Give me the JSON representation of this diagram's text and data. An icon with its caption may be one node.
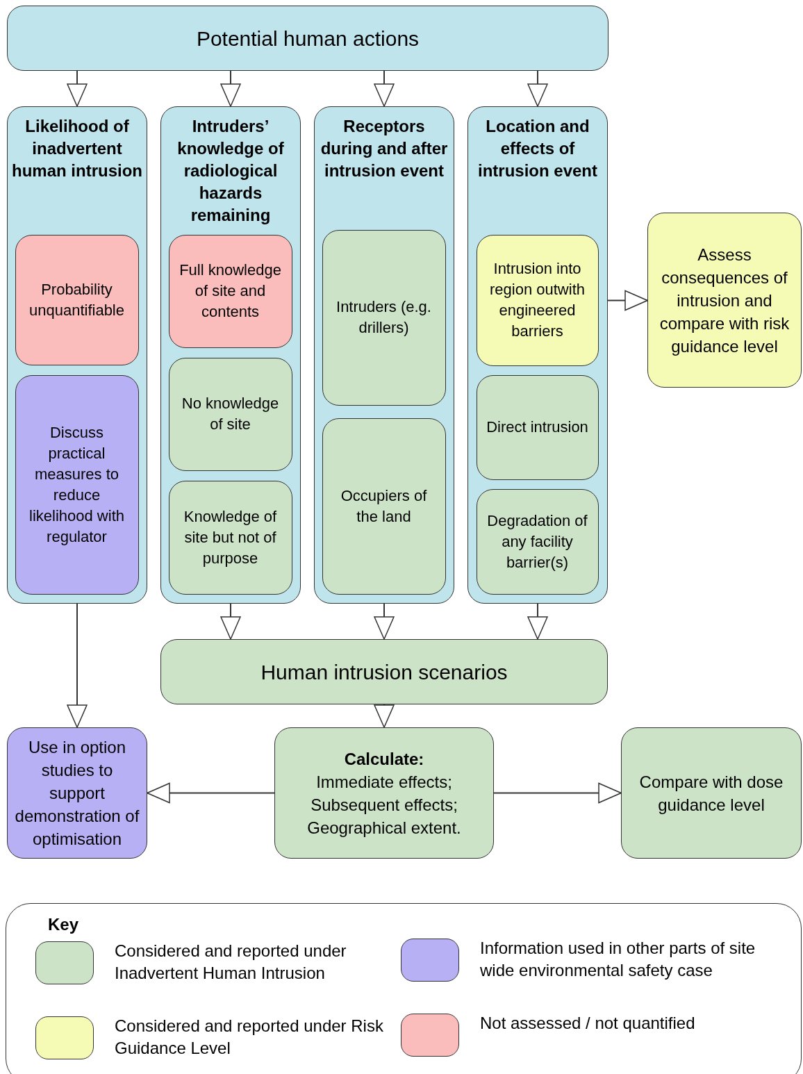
{
  "diagram": {
    "nodes": [
      {
        "text": [
          "Potential human actions"
        ]
      },
      {
        "text": [
          "Likelihood of inadvertent human intrusion"
        ]
      },
      {
        "text": [
          "Probability unquantifiable"
        ],
        "in": 1
      },
      {
        "text": [
          "Discuss practical measures to reduce likelihood with regulator"
        ],
        "in": 1
      },
      {
        "text": [
          "Intruders’ knowledge of radiological hazards remaining"
        ]
      },
      {
        "text": [
          "Full knowledge of site and contents"
        ],
        "in": 4
      },
      {
        "text": [
          "No knowledge of site"
        ],
        "in": 4
      },
      {
        "text": [
          "Knowledge of site but not of purpose"
        ],
        "in": 4
      },
      {
        "text": [
          "Receptors during and after intrusion event"
        ]
      },
      {
        "text": [
          "Intruders (e.g. drillers)"
        ],
        "in": 8
      },
      {
        "text": [
          "Occupiers of the land"
        ],
        "in": 8
      },
      {
        "text": [
          "Location and effects of intrusion event"
        ]
      },
      {
        "text": [
          "Intrusion into region outwith engineered barriers"
        ],
        "in": 11
      },
      {
        "text": [
          "Direct intrusion"
        ],
        "in": 11
      },
      {
        "text": [
          "Degradation of any facility barrier(s)"
        ],
        "in": 11
      },
      {
        "text": [
          "Assess consequences of intrusion and compare with risk guidance level"
        ]
      },
      {
        "text": [
          "Human intrusion scenarios"
        ]
      },
      {
        "text": [
          "Calculate:",
          "Immediate effects; Subsequent effects; Geographical extent."
        ]
      },
      {
        "text": [
          "Use in option studies to support demonstration of optimisation"
        ]
      },
      {
        "text": [
          "Compare with dose guidance level"
        ]
      }
    ],
    "edges": [
      {
        "from": 0,
        "to": 1,
        "arrow": "to"
      },
      {
        "from": 0,
        "to": 4,
        "arrow": "to"
      },
      {
        "from": 0,
        "to": 8,
        "arrow": "to"
      },
      {
        "from": 0,
        "to": 11,
        "arrow": "to"
      },
      {
        "from": 12,
        "to": 15,
        "arrow": "to"
      },
      {
        "from": 1,
        "to": 18,
        "arrow": "to"
      },
      {
        "from": 4,
        "to": 16,
        "arrow": "to"
      },
      {
        "from": 8,
        "to": 16,
        "arrow": "to"
      },
      {
        "from": 11,
        "to": 16,
        "arrow": "to"
      },
      {
        "from": 16,
        "to": 17,
        "arrow": "to"
      },
      {
        "from": 17,
        "to": 18,
        "arrow": "to"
      },
      {
        "from": 17,
        "to": 19,
        "arrow": "to"
      }
    ],
    "labels": [
      "Key"
    ],
    "legend": [
      {
        "text": "Considered and reported under Inadvertent Human Intrusion",
        "color": "#cce3c8"
      },
      {
        "text": "Information used in other parts of site wide environmental safety case",
        "color": "#b8b0f5"
      },
      {
        "text": "Considered and reported under Risk Guidance Level",
        "color": "#f5fbb5"
      },
      {
        "text": "Not assessed / not quantified",
        "color": "#fbbcbc"
      }
    ]
  }
}
